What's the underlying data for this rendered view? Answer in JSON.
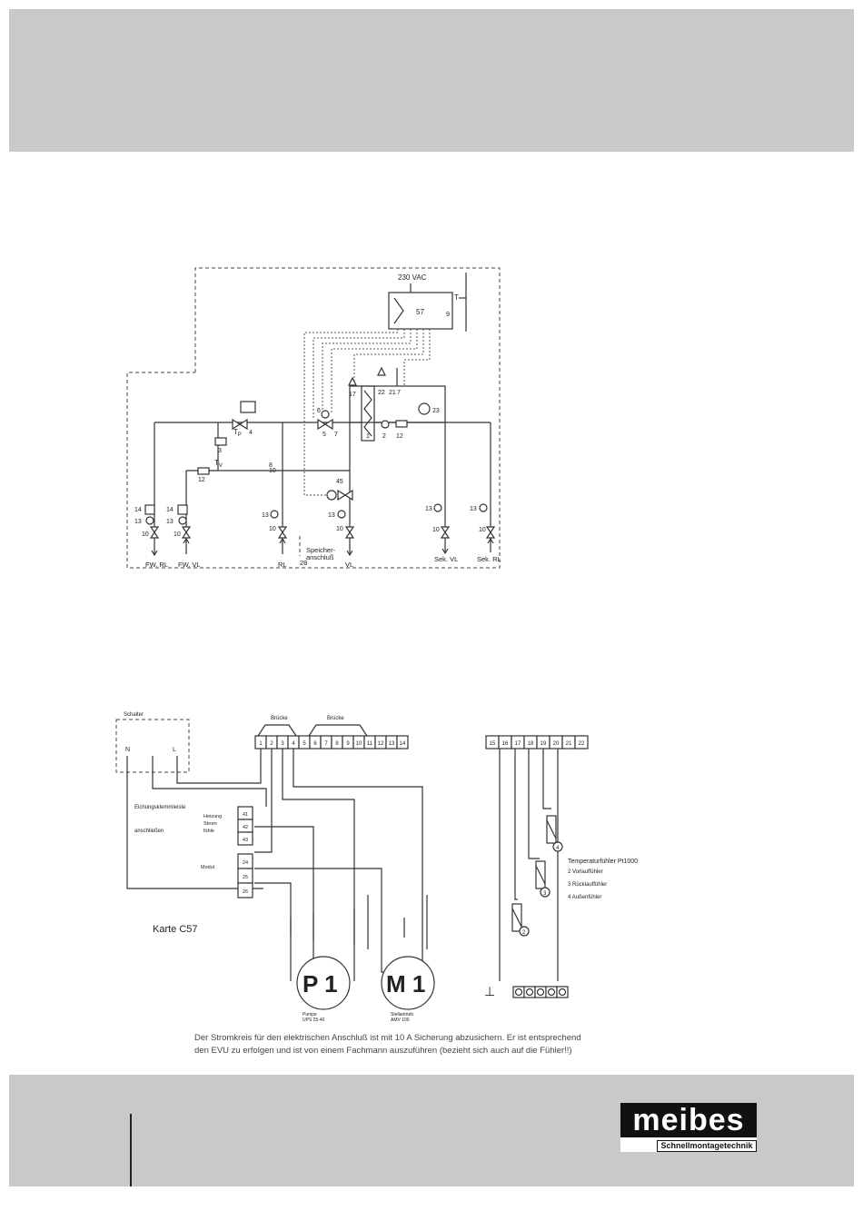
{
  "schematic": {
    "supply_label": "230 VAC",
    "controller_label": "57",
    "sensor_t_label": "T",
    "sensor_t_sub": "9",
    "tp_label": "T",
    "tp_sub": "P",
    "tv_label": "T",
    "tv_sub": "V",
    "component_numbers": [
      "4",
      "3",
      "12",
      "6",
      "5",
      "7",
      "1",
      "2",
      "12",
      "17",
      "22",
      "21",
      "7",
      "23",
      "8",
      "45",
      "14",
      "13",
      "10",
      "14",
      "13",
      "10",
      "13",
      "10",
      "13",
      "10",
      "13",
      "10",
      "13",
      "10",
      "10"
    ],
    "pipe_labels": {
      "fw_rl": "FW. RL",
      "fw_vl": "FW. VL",
      "rl": "RL",
      "vl": "VL",
      "sek_vl": "Sek. VL",
      "sek_rl": "Sek. RL",
      "speicher_line1": "Speicher-",
      "speicher_line2": "anschluß",
      "speicher_num": "28"
    }
  },
  "wiring": {
    "hauptschalter_label": "Schalter",
    "hauptschalter_n": "N",
    "hauptschalter_l": "L",
    "bruecke_1": "Brücke",
    "bruecke_2": "Brücke",
    "terminals_left": [
      "1",
      "2",
      "3",
      "4",
      "5",
      "6",
      "7",
      "8",
      "9",
      "10",
      "11",
      "12",
      "13",
      "14"
    ],
    "terminals_right": [
      "15",
      "16",
      "17",
      "18",
      "19",
      "20",
      "21",
      "22"
    ],
    "eingang_lines": [
      "Eichungsklemmleiste",
      "anschließen"
    ],
    "mod_labels": [
      "Heizung",
      "Strom",
      "fühle"
    ],
    "modul_label": "Modul",
    "module_terminals_a": [
      "41",
      "42",
      "43"
    ],
    "module_terminals_b": [
      "24",
      "25",
      "26"
    ],
    "karte_label": "Karte C57",
    "pump_label": "P 1",
    "motor_label": "M 1",
    "pump_caption_1": "Pumpe",
    "pump_caption_2": "UPS 25-40",
    "motor_caption_1": "Stellantrieb",
    "motor_caption_2": "AMV 100",
    "sensor_title": "Temperaturfühler Pt1000",
    "sensor_items": [
      "2  Vorlauffühler",
      "3  Rücklauffühler",
      "4  Außenfühler"
    ],
    "sensor_numbers": [
      "2",
      "3",
      "4"
    ],
    "ground_symbol": "⊥"
  },
  "note": {
    "line1": "Der Stromkreis für den elektrischen Anschluß ist mit 10 A Sicherung abzusichern. Er ist entsprechend",
    "line2": "den EVU zu erfolgen und ist von einem Fachmann auszuführen (bezieht sich auch auf die Fühler!!)"
  },
  "logo": {
    "wordmark": "meibes",
    "tagline": "Schnellmontagetechnik"
  }
}
